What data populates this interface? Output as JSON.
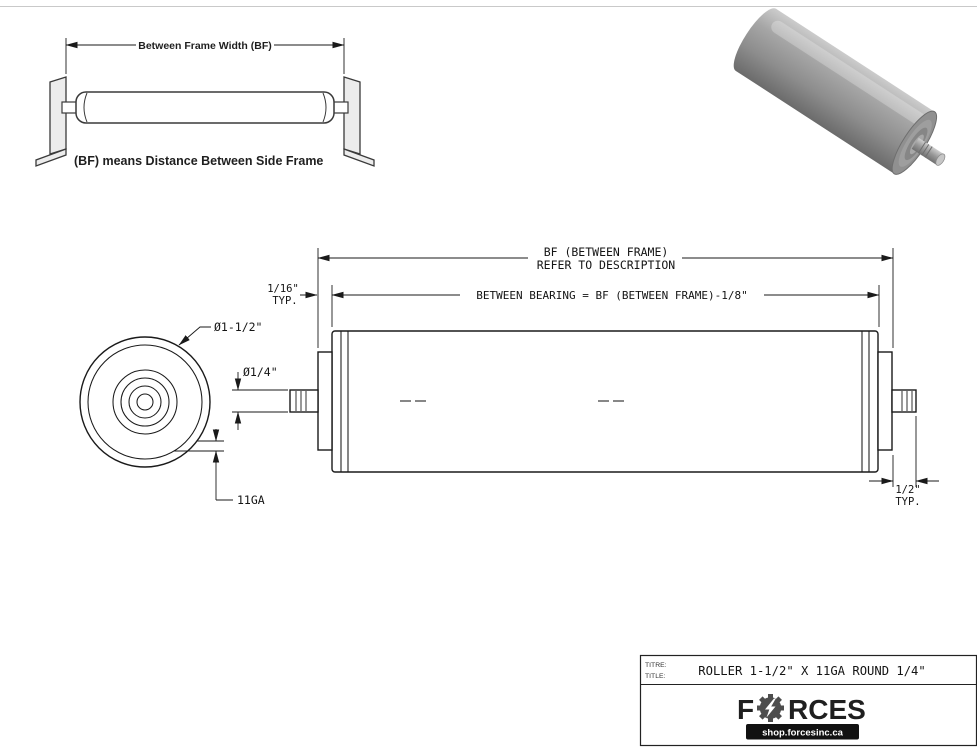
{
  "inset": {
    "dim_label": "Between Frame Width (BF)",
    "caption": "(BF) means Distance Between Side Frame"
  },
  "drawing": {
    "bf_label_1": "BF (BETWEEN FRAME)",
    "bf_label_2": "REFER TO DESCRIPTION",
    "between_bearing_label": "BETWEEN BEARING = BF (BETWEEN FRAME)-1/8\"",
    "gap_typ_value": "1/16\"",
    "gap_typ_suffix": "TYP.",
    "roller_diameter": "Ø1-1/2\"",
    "shaft_diameter": "Ø1/4\"",
    "wall_gauge": "11GA",
    "shaft_ext_value": "1/2\"",
    "shaft_ext_suffix": "TYP."
  },
  "title_block": {
    "label_fr": "TITRE:",
    "label_en": "TITLE:",
    "title": "ROLLER 1-1/2\" X 11GA ROUND 1/4\"",
    "brand_prefix": "F",
    "brand_suffix": "RCES",
    "website": "shop.forcesinc.ca"
  },
  "colors": {
    "line": "#1a1a1a",
    "roller_body_gray": "#9a9a9a",
    "logo_gray": "#4d4d4d",
    "website_bar": "#111111"
  }
}
